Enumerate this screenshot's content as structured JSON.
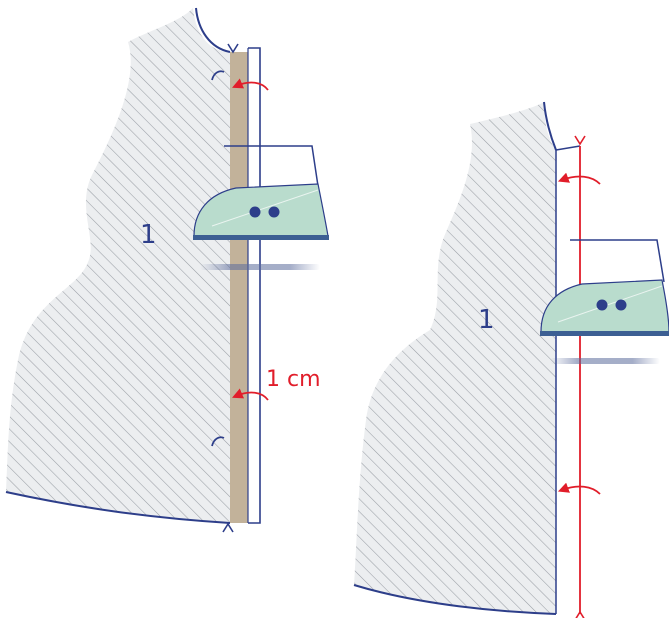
{
  "diagram": {
    "left_panel": {
      "piece_number": "1",
      "seam_allowance_label": "1 cm"
    },
    "right_panel": {
      "piece_number": "1"
    }
  },
  "colors": {
    "outline": "#2d3e8a",
    "hatch": "#9a9fa6",
    "fabric_fill": "#eceef0",
    "facing_strip": "#c2b29a",
    "fold_arrow": "#e11d2a",
    "iron_body": "#b9dccd",
    "iron_dark": "#3c5f93",
    "label_text": "#2d3e8a",
    "measure_text": "#e11d2a"
  },
  "icons": [
    "iron-icon",
    "fold-arrow-icon",
    "notch-marker-icon",
    "pin-mark-icon"
  ]
}
